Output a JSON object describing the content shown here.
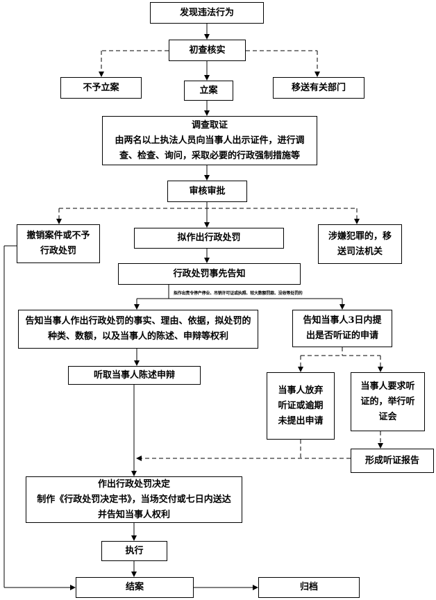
{
  "nodes": {
    "discover": "发现违法行为",
    "initial_check": "初查核实",
    "no_case": "不予立案",
    "file_case": "立案",
    "transfer_dept": "移送有关部门",
    "investigate_title": "调查取证",
    "investigate_l1": "由两名以上执法人员向当事人出示证件，进行调",
    "investigate_l2": "查、检查、询问，采取必要的行政强制措施等",
    "review": "审核审批",
    "revoke_l1": "撤销案件或不予",
    "revoke_l2": "行政处罚",
    "draft_penalty": "拟作出行政处罚",
    "crime_l1": "涉嫌犯罪的，移",
    "crime_l2": "送司法机关",
    "prior_notice": "行政处罚事先告知",
    "inform_l1": "告知当事人作出行政处罚的事实、理由、依据，拟处罚的",
    "inform_l2": "种类、数额，以及当事人的陈述、申辩等权利",
    "hearing_notice_l1": "告知当事人3日内提",
    "hearing_notice_l2": "出是否听证的申请",
    "listen_defense": "听取当事人陈述申辩",
    "waive_l1": "当事人放弃",
    "waive_l2": "听证或逾期",
    "waive_l3": "未提出申请",
    "request_l1": "当事人要求听",
    "request_l2": "证的，举行听",
    "request_l3": "证会",
    "hearing_report": "形成听证报告",
    "decision_title": "作出行政处罚决定",
    "decision_l1": "制作《行政处罚决定书》，当场交付或七日内送达",
    "decision_l2": "并告知当事人权利",
    "execute": "执行",
    "close_case": "结案",
    "archive": "归档"
  },
  "branch_note": "拟作出责令停产停业、吊销许可证或执照、较大数额罚款、没收等处罚的"
}
